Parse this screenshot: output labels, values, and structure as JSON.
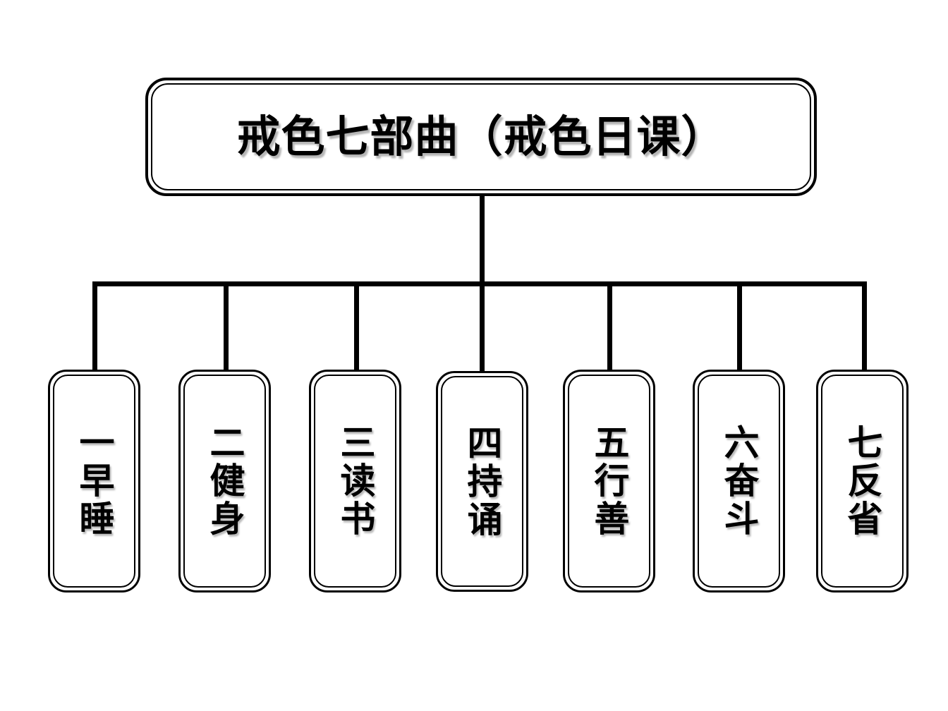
{
  "diagram": {
    "type": "org-chart",
    "orientation": "top-down",
    "background_color": "#ffffff",
    "line_color": "#000000",
    "border_color": "#000000",
    "root": {
      "title": "戒色七部曲（戒色日课）",
      "shape": "rounded-rectangle-double-border"
    },
    "children": [
      {
        "index": "1",
        "label": "一早睡",
        "numeral": "一",
        "text": "早睡"
      },
      {
        "index": "2",
        "label": "二健身",
        "numeral": "二",
        "text": "健身"
      },
      {
        "index": "3",
        "label": "三读书",
        "numeral": "三",
        "text": "读书"
      },
      {
        "index": "4",
        "label": "四持诵",
        "numeral": "四",
        "text": "持诵"
      },
      {
        "index": "5",
        "label": "五行善",
        "numeral": "五",
        "text": "行善"
      },
      {
        "index": "6",
        "label": "六奋斗",
        "numeral": "六",
        "text": "奋斗"
      },
      {
        "index": "7",
        "label": "七反省",
        "numeral": "七",
        "text": "反省"
      }
    ]
  }
}
